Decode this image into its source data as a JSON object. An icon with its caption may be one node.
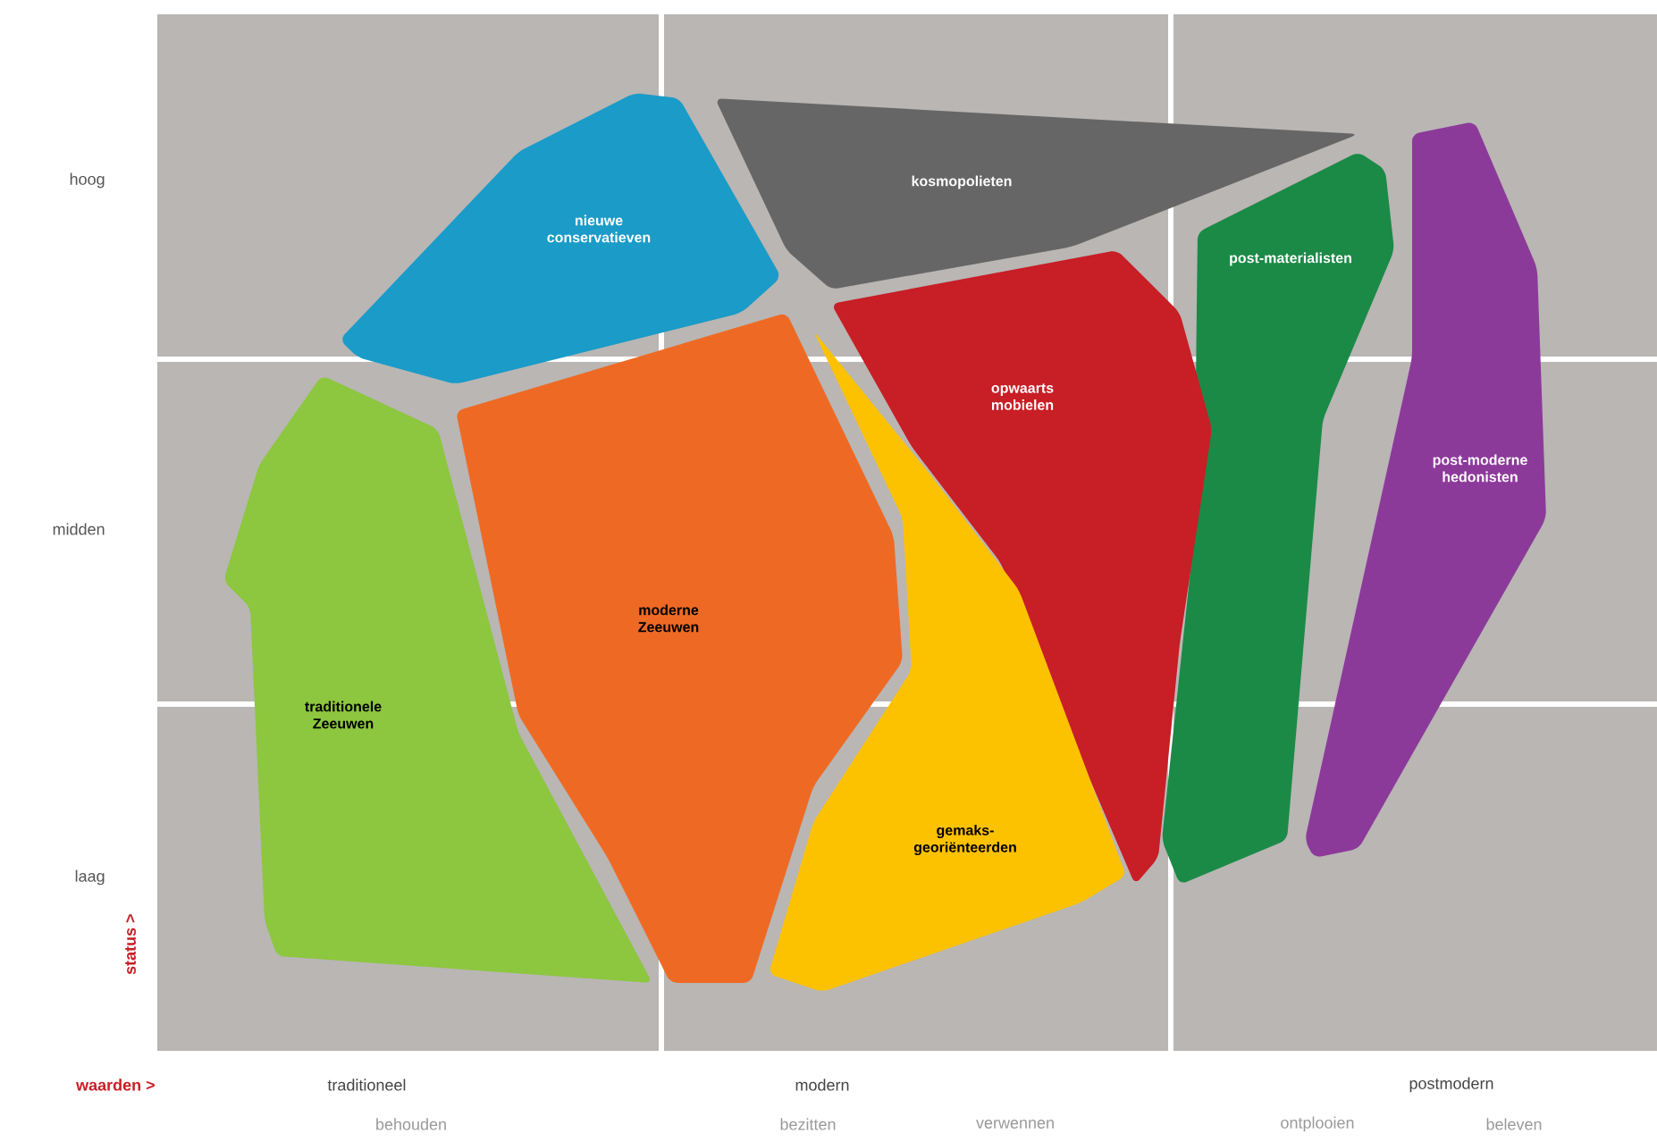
{
  "diagram": {
    "nodes": [
      {
        "text": [
          "nieuwe conservatieven"
        ]
      },
      {
        "text": [
          "kosmopolieten"
        ]
      },
      {
        "text": [
          "post-materialisten"
        ]
      },
      {
        "text": [
          "post-moderne hedonisten"
        ]
      },
      {
        "text": [
          "opwaarts mobielen"
        ]
      },
      {
        "text": [
          "moderne Zeeuwen"
        ]
      },
      {
        "text": [
          "traditionele Zeeuwen"
        ]
      },
      {
        "text": [
          "gemaks-georiënteerden"
        ]
      }
    ],
    "labels": [
      "hoog",
      "midden",
      "laag",
      "status >",
      "waarden >",
      "traditioneel",
      "modern",
      "postmodern",
      "behouden",
      "bezitten",
      "verwennen",
      "ontplooien",
      "beleven"
    ]
  }
}
